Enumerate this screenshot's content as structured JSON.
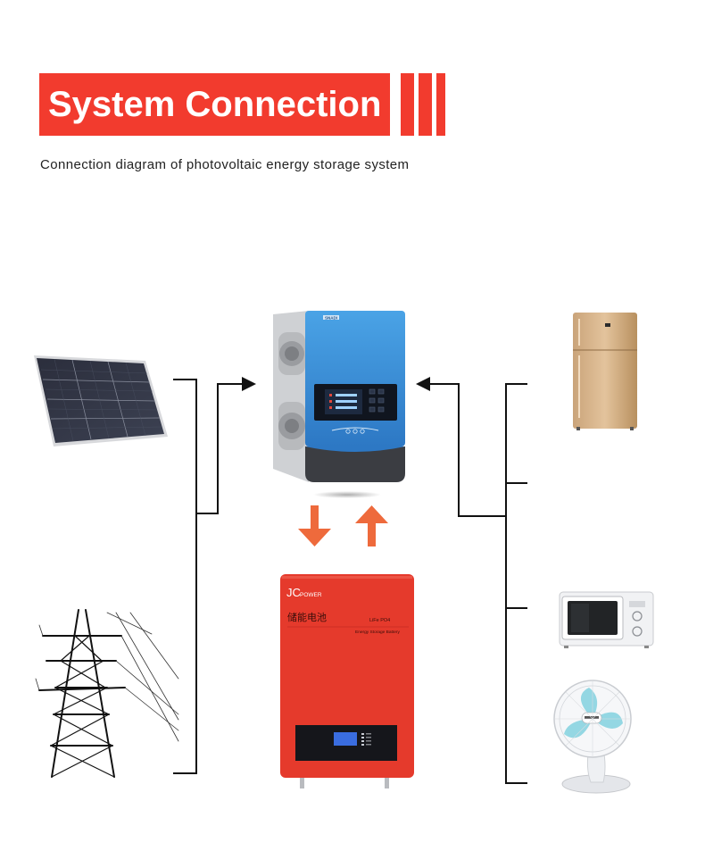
{
  "header": {
    "title": "System Connection",
    "subtitle": "Connection diagram of photovoltaic energy storage system"
  },
  "devices": {
    "inverter": {
      "brand_plate": "SNADI"
    },
    "battery": {
      "brand": "JC",
      "brand_suffix": "POWER",
      "chinese_label": "储能电池",
      "chemistry": "LiFe PO4",
      "type_label": "Energy Storage Battery"
    }
  },
  "colors": {
    "accent": "#f23b2e",
    "arrow": "#ee6a3c",
    "battery": "#e53a2c",
    "inverter_blue": "#3a8fd6",
    "line": "#111111"
  },
  "icons": [
    "solar-panel-icon",
    "power-tower-icon",
    "inverter-icon",
    "battery-icon",
    "refrigerator-icon",
    "microwave-icon",
    "fan-icon"
  ]
}
